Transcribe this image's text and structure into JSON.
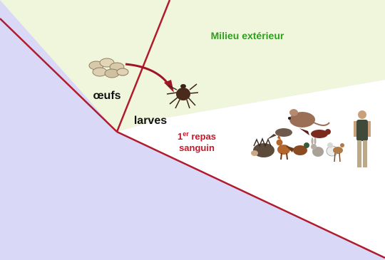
{
  "title": "Milieu extérieur",
  "eggs_label": "œufs",
  "larvae_label": "larves",
  "blood_meal": {
    "line1_prefix": "1",
    "line1_superscript": "er",
    "line1_suffix": " repas",
    "line2": "sanguin"
  },
  "icons": {
    "eggs": "eggs-cluster-icon",
    "arrow": "curved-arrow-icon",
    "larva": "tick-larva-icon",
    "hosts": [
      "mouse-icon",
      "bird-icon",
      "hedgehog-icon",
      "fox-icon",
      "pheasant-icon",
      "rabbit-icon",
      "deer-icon",
      "human-icon"
    ]
  },
  "colors": {
    "background_lavender": "#d9d9f7",
    "outer_environment": "#f0f6dc",
    "host_area": "#ffffff",
    "divider_lines": "#b01c2e",
    "title_green": "#2e9e1f",
    "blood_meal_red": "#c4182a",
    "label_black": "#111111"
  }
}
